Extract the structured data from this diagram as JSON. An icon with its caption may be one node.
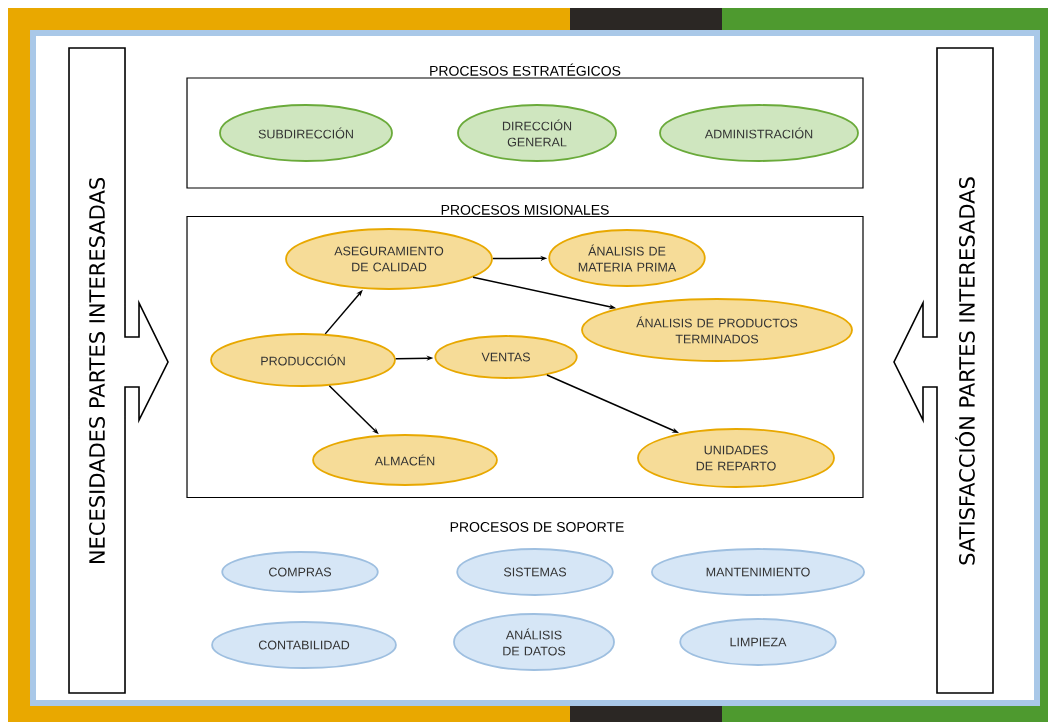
{
  "diagram": {
    "nodes": [
      {
        "text": [
          "NECESIDADES PARTES INTERESADAS"
        ]
      },
      {
        "text": [
          "PROCESOS ESTRATÉGICOS"
        ]
      },
      {
        "text": [
          "SUBDIRECCIÓN"
        ],
        "in": 1
      },
      {
        "text": [
          "DIRECCIÓN GENERAL"
        ],
        "in": 1
      },
      {
        "text": [
          "ADMINISTRACIÓN"
        ],
        "in": 1
      },
      {
        "text": [
          "PROCESOS MISIONALES"
        ]
      },
      {
        "text": [
          "ASEGURAMIENTO DE CALIDAD"
        ],
        "in": 5
      },
      {
        "text": [
          "ÁNALISIS DE MATERIA PRIMA"
        ],
        "in": 5
      },
      {
        "text": [
          "PRODUCCIÓN"
        ],
        "in": 5
      },
      {
        "text": [
          "VENTAS"
        ],
        "in": 5
      },
      {
        "text": [
          "ÁNALISIS DE PRODUCTOS TERMINADOS"
        ],
        "in": 5
      },
      {
        "text": [
          "ALMACÉN"
        ],
        "in": 5
      },
      {
        "text": [
          "UNIDADES DE REPARTO"
        ],
        "in": 5
      },
      {
        "text": [
          "COMPRAS"
        ]
      },
      {
        "text": [
          "SISTEMAS"
        ]
      },
      {
        "text": [
          "MANTENIMIENTO"
        ]
      },
      {
        "text": [
          "CONTABILIDAD"
        ]
      },
      {
        "text": [
          "ANÁLISIS DE DATOS"
        ]
      },
      {
        "text": [
          "LIMPIEZA"
        ]
      },
      {
        "text": [
          "SATISFACCIÓN PARTES INTERESADAS"
        ]
      }
    ],
    "edges": [
      {
        "from": 8,
        "to": 6,
        "arrow": "to"
      },
      {
        "from": 6,
        "to": 7,
        "arrow": "to"
      },
      {
        "from": 6,
        "to": 10,
        "arrow": "to"
      },
      {
        "from": 8,
        "to": 9,
        "arrow": "to"
      },
      {
        "from": 8,
        "to": 11,
        "arrow": "to"
      },
      {
        "from": 9,
        "to": 12,
        "arrow": "to"
      }
    ],
    "labels": [
      "PROCESOS DE SOPORTE"
    ]
  }
}
